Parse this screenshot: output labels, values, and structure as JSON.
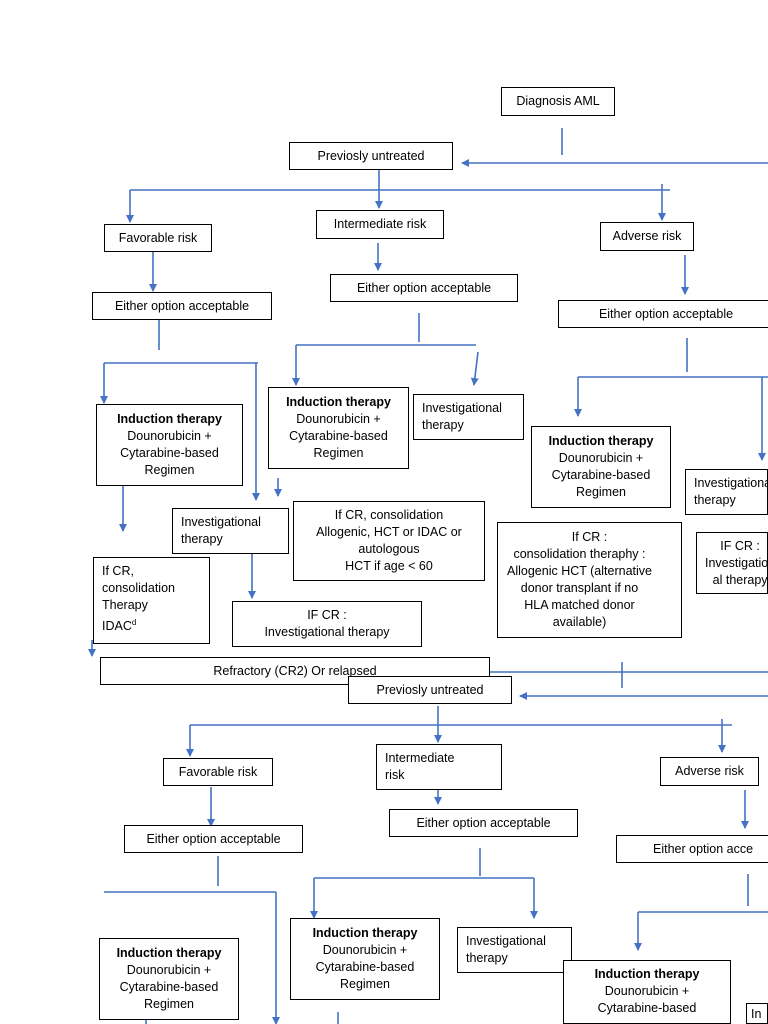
{
  "flowchart": {
    "diagnosis": "Diagnosis AML",
    "previously_untreated": "Previosly untreated",
    "refractory": "Refractory (CR2) Or relapsed",
    "previously_untreated_2": "Previosly untreated",
    "top": {
      "favorable_risk": "Favorable risk",
      "intermediate_risk": "Intermediate risk",
      "adverse_risk": "Adverse risk",
      "fav_either": "Either option acceptable",
      "int_either": "Either option acceptable",
      "adv_either": "Either option acceptable",
      "fav_induction_title": "Induction therapy",
      "fav_induction_body": "Dounorubicin +\nCytarabine-based\nRegimen",
      "int_induction_title": "Induction therapy",
      "int_induction_body": "Dounorubicin +\nCytarabine-based\nRegimen",
      "adv_induction_title": "Induction therapy",
      "adv_induction_body": "Dounorubicin +\nCytarabine-based\nRegimen",
      "int_investigational": "Investigational\ntherapy",
      "fav_investigational": "Investigational\ntherapy",
      "adv_investigational": "Investigational\ntherapy",
      "fav_cr_consolidation": "If CR,\nconsolidation\nTherapy",
      "fav_cr_idac": "IDAC",
      "fav_cr_superscript": "d",
      "int_cr_consolidation": "If CR, consolidation\nAllogenic, HCT or IDAC or\nautologous\nHCT if age < 60",
      "fav_cr_investigational": "IF CR :\nInvestigational therapy",
      "adv_cr_consolidation_head": "If CR :",
      "adv_cr_consolidation": "consolidation theraphy :\nAllogenic HCT (alternative\ndonor transplant if no\nHLA matched donor\navailable)",
      "adv_cr_investigational": "IF CR :\nInvestigation\nal therapy"
    },
    "bottom": {
      "favorable_risk": "Favorable risk",
      "intermediate_risk": "Intermediate\nrisk",
      "adverse_risk": "Adverse risk",
      "fav_either": "Either option acceptable",
      "int_either": "Either option acceptable",
      "adv_either": "Either option acce",
      "fav_induction_title": "Induction therapy",
      "fav_induction_body": "Dounorubicin +\nCytarabine-based\nRegimen",
      "int_induction_title": "Induction therapy",
      "int_induction_body": "Dounorubicin +\nCytarabine-based\nRegimen",
      "adv_induction_title": "Induction therapy",
      "adv_induction_body": "Dounorubicin +\nCytarabine-based",
      "int_investigational": "Investigational\ntherapy",
      "adv_cut_box": "In"
    }
  },
  "colors": {
    "connector": "#4472C4",
    "border": "#000000"
  }
}
